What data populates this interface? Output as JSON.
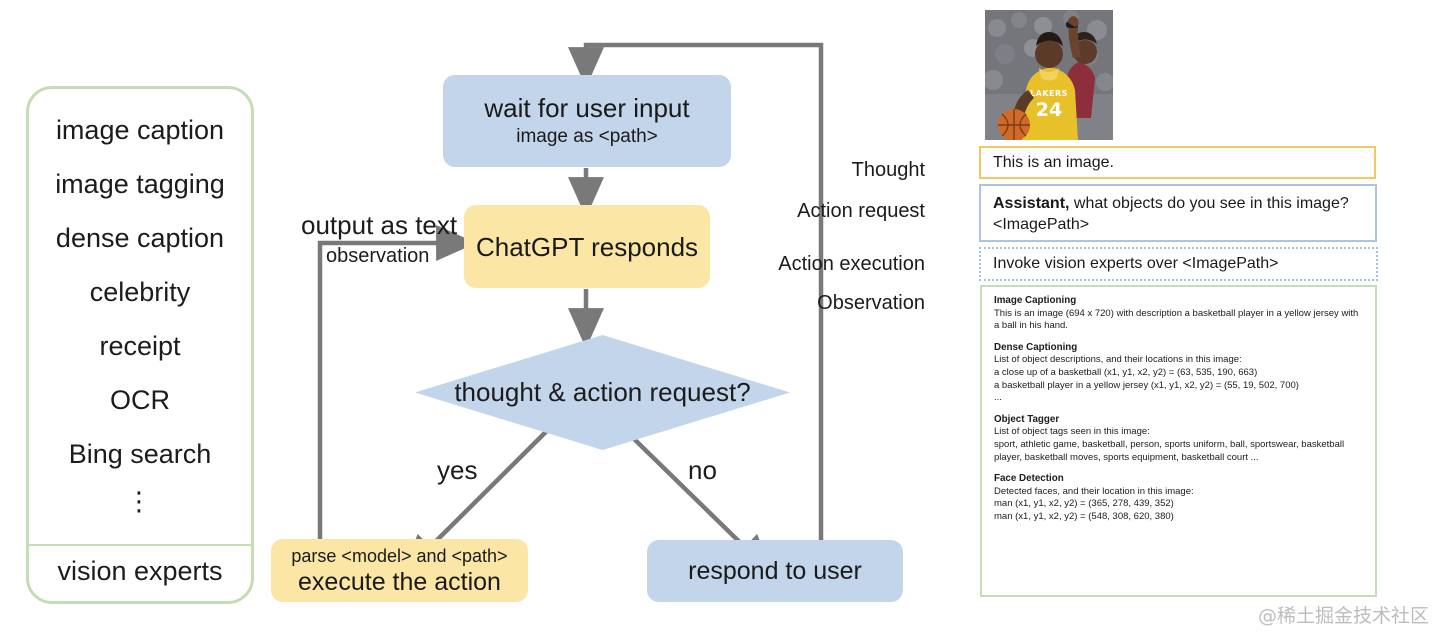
{
  "experts_panel": {
    "items": [
      {
        "label": "image caption"
      },
      {
        "label": "image tagging"
      },
      {
        "label": "dense caption"
      },
      {
        "label": "celebrity"
      },
      {
        "label": "receipt"
      },
      {
        "label": "OCR"
      },
      {
        "label": "Bing search"
      },
      {
        "label": "⋮"
      }
    ],
    "footer_label": "vision experts"
  },
  "flow": {
    "wait_node": {
      "line1": "wait for user input",
      "line2": "image as <path>"
    },
    "chatgpt_node": {
      "line1": "ChatGPT responds"
    },
    "decision_node": {
      "label": "thought & action request?"
    },
    "parse_node": {
      "line1": "parse <model> and <path>",
      "line2": "execute the action"
    },
    "respond_node": {
      "line1": "respond to user"
    },
    "edge_labels": {
      "output_as_text": "output as text",
      "observation": "observation",
      "yes": "yes",
      "no": "no"
    }
  },
  "transcript": {
    "labels": {
      "thought": "Thought",
      "action_request": "Action request",
      "action_execution": "Action execution",
      "observation": "Observation"
    },
    "thought_text": "This is an image.",
    "action_request_bold": "Assistant,",
    "action_request_text": " what objects do you see in this image? <ImagePath>",
    "action_execution_text": "Invoke vision experts over <ImagePath>",
    "observation_sections": [
      {
        "heading": "Image Captioning",
        "text": "This is an image (694 x 720) with description a basketball player in a yellow jersey with a ball in his hand."
      },
      {
        "heading": "Dense Captioning",
        "text": "List of object descriptions, and their locations in this image:\na close up of a basketball (x1, y1, x2, y2)  = (63, 535, 190, 663)\na basketball player in a yellow jersey (x1, y1, x2, y2)  = (55, 19, 502, 700)\n..."
      },
      {
        "heading": "Object Tagger",
        "text": "List of object tags seen in this image:\nsport, athletic game, basketball, person, sports uniform, ball, sportswear, basketball player, basketball moves, sports equipment, basketball court ..."
      },
      {
        "heading": "Face Detection",
        "text": "Detected faces, and their location in this image:\nman (x1, y1, x2, y2)  = (365, 278, 439, 352)\nman (x1, y1, x2, y2)  = (548, 308, 620, 380)"
      }
    ]
  },
  "thumbnail": {
    "alt": "basketball player in yellow jersey number 24 holding a ball, defender behind"
  },
  "watermark": "@稀土掘金技术社区",
  "colors": {
    "blue_node": "#c2d5ea",
    "yellow_node": "#fbe6a6",
    "green_border": "#c5ddb4",
    "arrow_gray": "#797979",
    "thought_border": "#f2c866",
    "action_border": "#adc4de"
  }
}
